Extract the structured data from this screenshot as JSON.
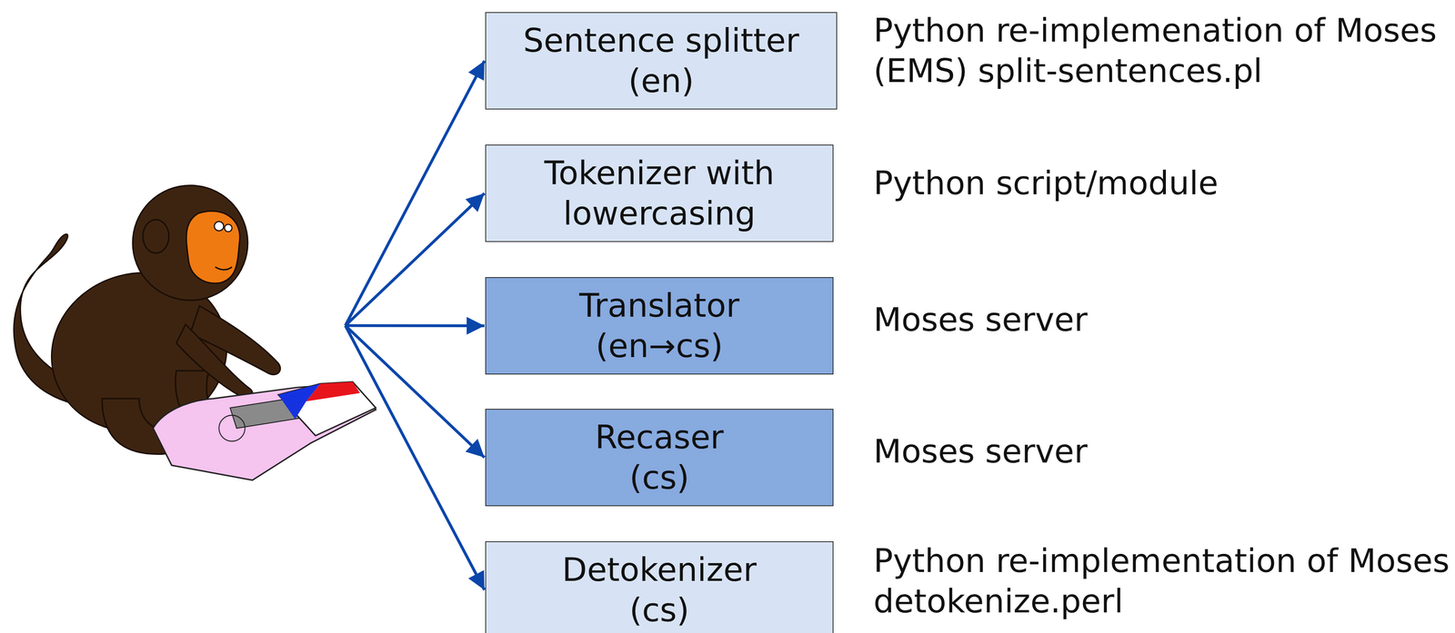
{
  "diagram": {
    "nodes": [
      {
        "text": [
          "Sentence splitter (en)"
        ]
      },
      {
        "text": [
          "Tokenizer with lowercasing"
        ]
      },
      {
        "text": [
          "Translator (en→cs)"
        ]
      },
      {
        "text": [
          "Recaser (cs)"
        ]
      },
      {
        "text": [
          "Detokenizer (cs)"
        ]
      }
    ],
    "labels": [
      "Python re-implemenation of Moses (EMS) split-sentences.pl",
      "Python script/module",
      "Moses server",
      "Moses server",
      "Python re-implementation of Moses detokenize.perl"
    ]
  }
}
